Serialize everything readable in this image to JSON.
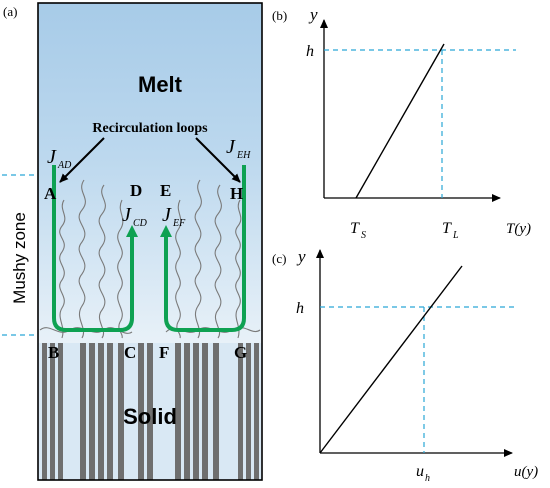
{
  "panel_a": {
    "label": "(a)",
    "melt": "Melt",
    "solid": "Solid",
    "mushy": "Mushy zone",
    "loops": "Recirculation loops",
    "points": {
      "A": "A",
      "B": "B",
      "C": "C",
      "D": "D",
      "E": "E",
      "F": "F",
      "G": "G",
      "H": "H"
    },
    "fluxes": {
      "ad": {
        "main": "J",
        "sub": "AD"
      },
      "eh": {
        "main": "J",
        "sub": "EH"
      },
      "cd": {
        "main": "J",
        "sub": "CD"
      },
      "ef": {
        "main": "J",
        "sub": "EF"
      }
    },
    "colors": {
      "melt_top": "#a9cde9",
      "melt_bottom": "#e6f0f8",
      "flow": "#0ea152",
      "rods": "#6e6e6e",
      "dash": "#2aa6d6"
    }
  },
  "panel_b": {
    "label": "(b)",
    "y_axis": "y",
    "x_axis": "T(y)",
    "h_tick": "h",
    "ts": {
      "main": "T",
      "sub": "S"
    },
    "tl": {
      "main": "T",
      "sub": "L"
    }
  },
  "panel_c": {
    "label": "(c)",
    "y_axis": "y",
    "x_axis": "u(y)",
    "h_tick": "h",
    "uh": {
      "main": "u",
      "sub": "h"
    }
  }
}
